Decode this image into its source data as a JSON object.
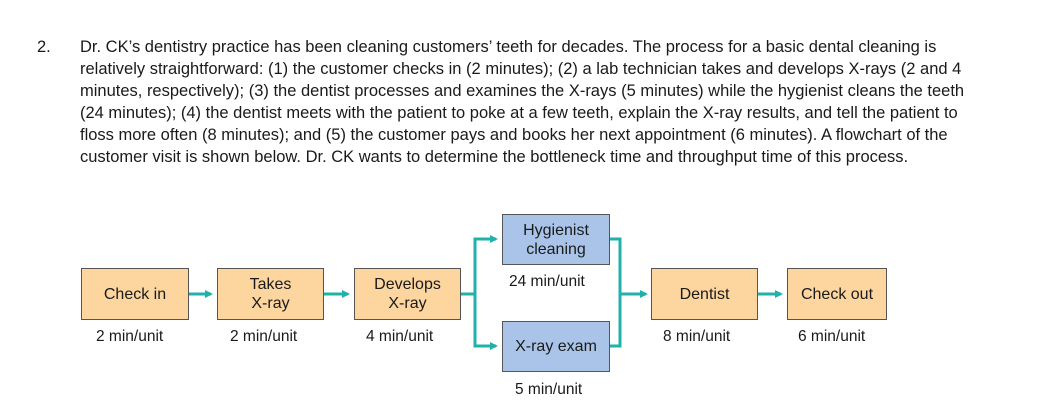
{
  "question": {
    "number": "2.",
    "text": "Dr. CK’s dentistry practice has been cleaning customers’ teeth for decades. The process for a basic dental cleaning is relatively straightforward: (1) the customer checks in (2 minutes); (2) a lab technician takes and develops X-rays (2 and 4 minutes, respectively); (3) the dentist processes and examines the X-rays (5 minutes) while the hygienist cleans the teeth (24 minutes); (4) the dentist meets with the patient to poke at a few teeth, explain the X-ray results, and tell the patient to floss more often (8 minutes); and (5) the customer pays and books her next appointment (6 minutes). A flowchart of the customer visit is shown below. Dr. CK wants to determine the bottleneck time and throughput time of this process."
  },
  "flowchart": {
    "colors": {
      "step_fill": "#fcd59f",
      "parallel_fill": "#a9c4e8",
      "arrow": "#20b2aa",
      "border": "#555555"
    },
    "steps": {
      "checkin": {
        "label": "Check in",
        "time": "2 min/unit"
      },
      "takes": {
        "label_line1": "Takes",
        "label_line2": "X-ray",
        "time": "2 min/unit"
      },
      "develops": {
        "label_line1": "Develops",
        "label_line2": "X-ray",
        "time": "4 min/unit"
      },
      "hygienist": {
        "label_line1": "Hygienist",
        "label_line2": "cleaning",
        "time": "24 min/unit"
      },
      "xray_exam": {
        "label": "X-ray exam",
        "time": "5 min/unit"
      },
      "dentist": {
        "label": "Dentist",
        "time": "8 min/unit"
      },
      "checkout": {
        "label": "Check out",
        "time": "6 min/unit"
      }
    }
  }
}
